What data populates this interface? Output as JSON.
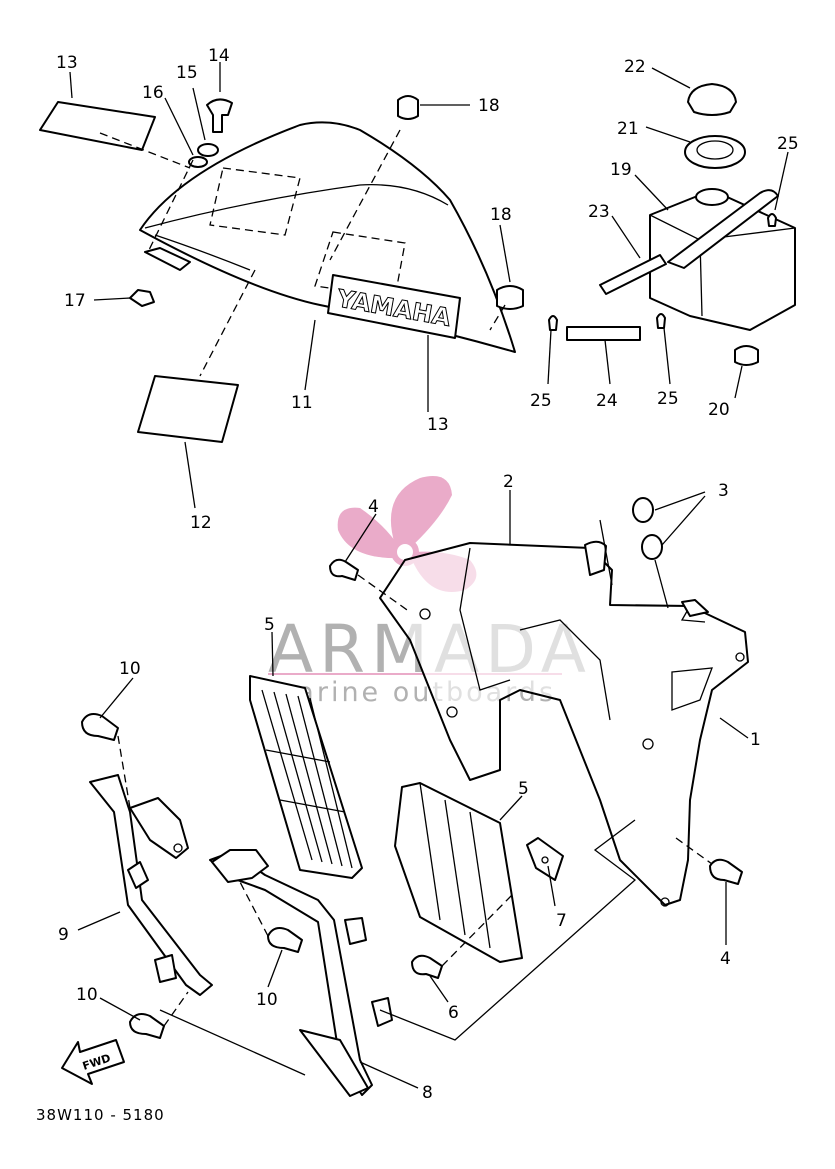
{
  "diagram_code": "38W110 - 5180",
  "fwd_label": "FWD",
  "shroud_brand": "YAMAHA",
  "watermark": {
    "brand": "ARMADA",
    "tagline": "marine outboards",
    "colors": {
      "logo_pink": "#e8a2c4",
      "text_gray": "#a9a9a9"
    }
  },
  "callouts": [
    {
      "id": "c-13a",
      "text": "13"
    },
    {
      "id": "c-14",
      "text": "14"
    },
    {
      "id": "c-15",
      "text": "15"
    },
    {
      "id": "c-16",
      "text": "16"
    },
    {
      "id": "c-17",
      "text": "17"
    },
    {
      "id": "c-18a",
      "text": "18"
    },
    {
      "id": "c-18b",
      "text": "18"
    },
    {
      "id": "c-11",
      "text": "11"
    },
    {
      "id": "c-13b",
      "text": "13"
    },
    {
      "id": "c-12",
      "text": "12"
    },
    {
      "id": "c-22",
      "text": "22"
    },
    {
      "id": "c-21",
      "text": "21"
    },
    {
      "id": "c-19",
      "text": "19"
    },
    {
      "id": "c-23",
      "text": "23"
    },
    {
      "id": "c-25a",
      "text": "25"
    },
    {
      "id": "c-25b",
      "text": "25"
    },
    {
      "id": "c-24",
      "text": "24"
    },
    {
      "id": "c-25c",
      "text": "25"
    },
    {
      "id": "c-20",
      "text": "20"
    },
    {
      "id": "c-2",
      "text": "2"
    },
    {
      "id": "c-3",
      "text": "3"
    },
    {
      "id": "c-4a",
      "text": "4"
    },
    {
      "id": "c-5a",
      "text": "5"
    },
    {
      "id": "c-1",
      "text": "1"
    },
    {
      "id": "c-10a",
      "text": "10"
    },
    {
      "id": "c-5b",
      "text": "5"
    },
    {
      "id": "c-7",
      "text": "7"
    },
    {
      "id": "c-4b",
      "text": "4"
    },
    {
      "id": "c-9",
      "text": "9"
    },
    {
      "id": "c-10b",
      "text": "10"
    },
    {
      "id": "c-6",
      "text": "6"
    },
    {
      "id": "c-10c",
      "text": "10"
    },
    {
      "id": "c-8",
      "text": "8"
    }
  ]
}
